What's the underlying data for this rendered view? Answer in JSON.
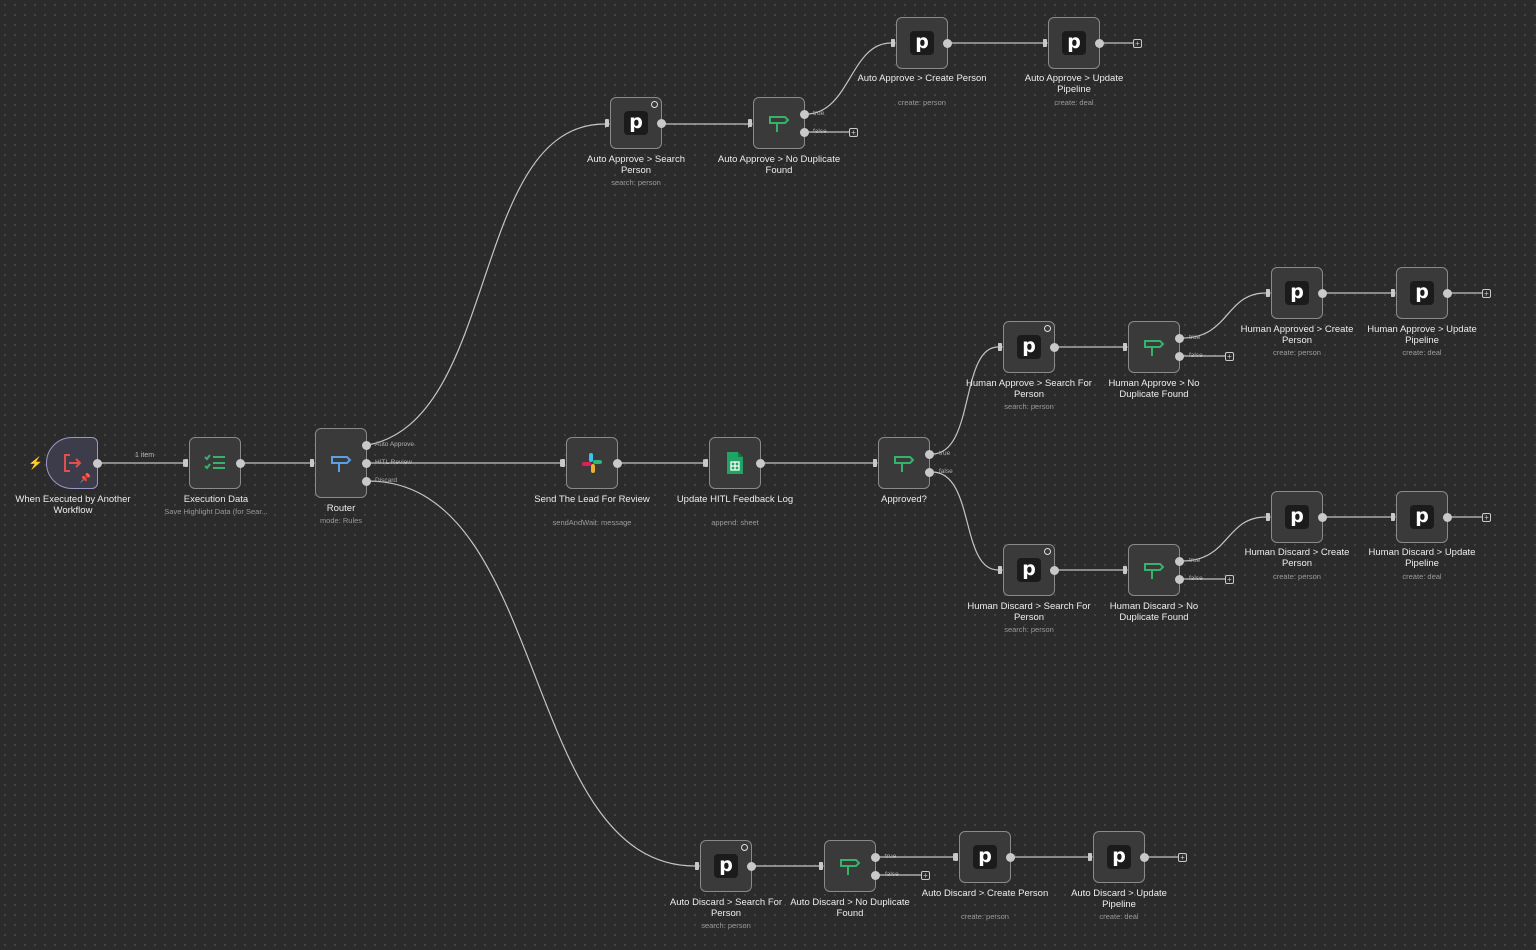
{
  "canvas": {
    "edge_label_1item": "1 item"
  },
  "nodes": {
    "trigger": {
      "label": "When Executed by Another Workflow"
    },
    "exec": {
      "label": "Execution Data",
      "sub": "Save Highlight Data (for Sear..."
    },
    "router": {
      "label": "Router",
      "sub": "mode: Rules",
      "outputs": [
        "Auto Approve",
        "HITL Review",
        "Discard"
      ]
    },
    "slack": {
      "label": "Send The Lead For Review",
      "sub": "sendAndWait: message"
    },
    "sheet": {
      "label": "Update HITL Feedback Log",
      "sub": "append: sheet"
    },
    "approved": {
      "label": "Approved?",
      "outputs": [
        "true",
        "false"
      ]
    },
    "aa_search": {
      "label": "Auto Approve > Search Person",
      "sub": "search: person"
    },
    "aa_nodup": {
      "label": "Auto Approve > No Duplicate Found",
      "outputs": [
        "true",
        "false"
      ]
    },
    "aa_create": {
      "label": "Auto Approve > Create Person",
      "sub": "create: person"
    },
    "aa_update": {
      "label": "Auto Approve > Update Pipeline",
      "sub": "create: deal"
    },
    "ha_search": {
      "label": "Human Approve > Search For Person",
      "sub": "search: person"
    },
    "ha_nodup": {
      "label": "Human Approve > No Duplicate Found",
      "outputs": [
        "true",
        "false"
      ]
    },
    "ha_create": {
      "label": "Human Approved > Create Person",
      "sub": "create: person"
    },
    "ha_update": {
      "label": "Human Approve > Update Pipeline",
      "sub": "create: deal"
    },
    "hd_search": {
      "label": "Human Discard > Search For Person",
      "sub": "search: person"
    },
    "hd_nodup": {
      "label": "Human Discard > No Duplicate Found",
      "outputs": [
        "true",
        "false"
      ]
    },
    "hd_create": {
      "label": "Human Discard > Create Person",
      "sub": "create: person"
    },
    "hd_update": {
      "label": "Human Discard > Update Pipeline",
      "sub": "create: deal"
    },
    "ad_search": {
      "label": "Auto Discard > Search For Person",
      "sub": "search: person"
    },
    "ad_nodup": {
      "label": "Auto Discard > No Duplicate Found",
      "outputs": [
        "true",
        "false"
      ]
    },
    "ad_create": {
      "label": "Auto Discard > Create Person",
      "sub": "create: person"
    },
    "ad_update": {
      "label": "Auto Discard > Update Pipeline",
      "sub": "create: deal"
    }
  },
  "icons": {
    "pipedrive": "pipedrive-icon",
    "if": "signpost-icon",
    "slack": "slack-icon",
    "sheets": "google-sheets-icon",
    "trigger": "execute-workflow-trigger-icon",
    "exec": "checklist-icon"
  },
  "colors": {
    "if_green": "#35b36b",
    "router_blue": "#5aa0e6",
    "trigger_red": "#e05050",
    "sheets_green": "#1fa463"
  }
}
